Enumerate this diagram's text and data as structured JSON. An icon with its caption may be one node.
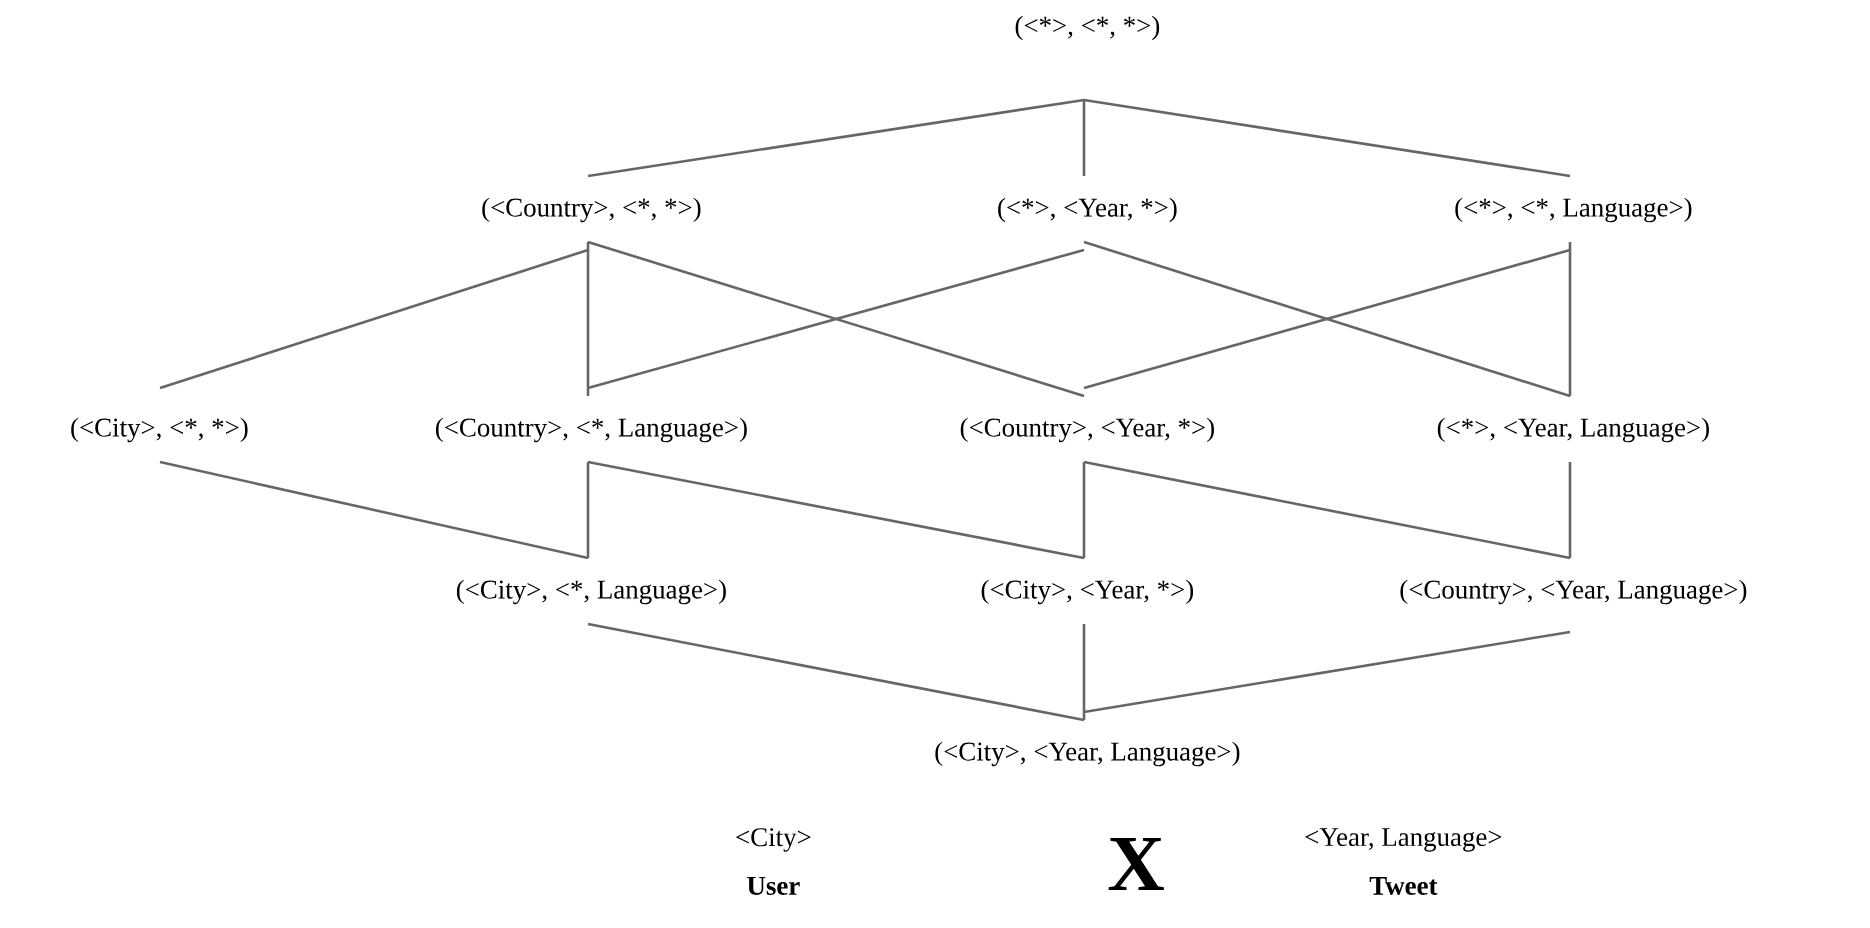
{
  "diagram": {
    "nodes": [
      {
        "text": [
          "(<*>, <*, *>)"
        ]
      },
      {
        "text": [
          "(<Country>, <*, *>)"
        ]
      },
      {
        "text": [
          "(<*>, <Year, *>)"
        ]
      },
      {
        "text": [
          "(<*>, <*, Language>)"
        ]
      },
      {
        "text": [
          "(<City>, <*, *>)"
        ]
      },
      {
        "text": [
          "(<Country>, <*, Language>)"
        ]
      },
      {
        "text": [
          "(<Country>, <Year, *>)"
        ]
      },
      {
        "text": [
          "(<*>, <Year, Language>)"
        ]
      },
      {
        "text": [
          "(<City>, <*, Language>)"
        ]
      },
      {
        "text": [
          "(<City>, <Year, *>)"
        ]
      },
      {
        "text": [
          "(<Country>, <Year, Language>)"
        ]
      },
      {
        "text": [
          "(<City>, <Year, Language>)"
        ]
      }
    ],
    "edges": [
      {
        "from": 0,
        "to": 1,
        "arrow": "none"
      },
      {
        "from": 0,
        "to": 2,
        "arrow": "none"
      },
      {
        "from": 0,
        "to": 3,
        "arrow": "none"
      },
      {
        "from": 1,
        "to": 4,
        "arrow": "none"
      },
      {
        "from": 1,
        "to": 5,
        "arrow": "none"
      },
      {
        "from": 1,
        "to": 6,
        "arrow": "none"
      },
      {
        "from": 2,
        "to": 5,
        "arrow": "none"
      },
      {
        "from": 2,
        "to": 7,
        "arrow": "none"
      },
      {
        "from": 3,
        "to": 6,
        "arrow": "none"
      },
      {
        "from": 3,
        "to": 7,
        "arrow": "none"
      },
      {
        "from": 4,
        "to": 8,
        "arrow": "none"
      },
      {
        "from": 5,
        "to": 8,
        "arrow": "none"
      },
      {
        "from": 5,
        "to": 9,
        "arrow": "none"
      },
      {
        "from": 6,
        "to": 9,
        "arrow": "none"
      },
      {
        "from": 6,
        "to": 10,
        "arrow": "none"
      },
      {
        "from": 7,
        "to": 10,
        "arrow": "none"
      },
      {
        "from": 8,
        "to": 11,
        "arrow": "none"
      },
      {
        "from": 9,
        "to": 11,
        "arrow": "none"
      },
      {
        "from": 10,
        "to": 11,
        "arrow": "none"
      }
    ],
    "labels": [
      "<City>",
      "User",
      "X",
      "<Year, Language>",
      "Tweet"
    ]
  }
}
